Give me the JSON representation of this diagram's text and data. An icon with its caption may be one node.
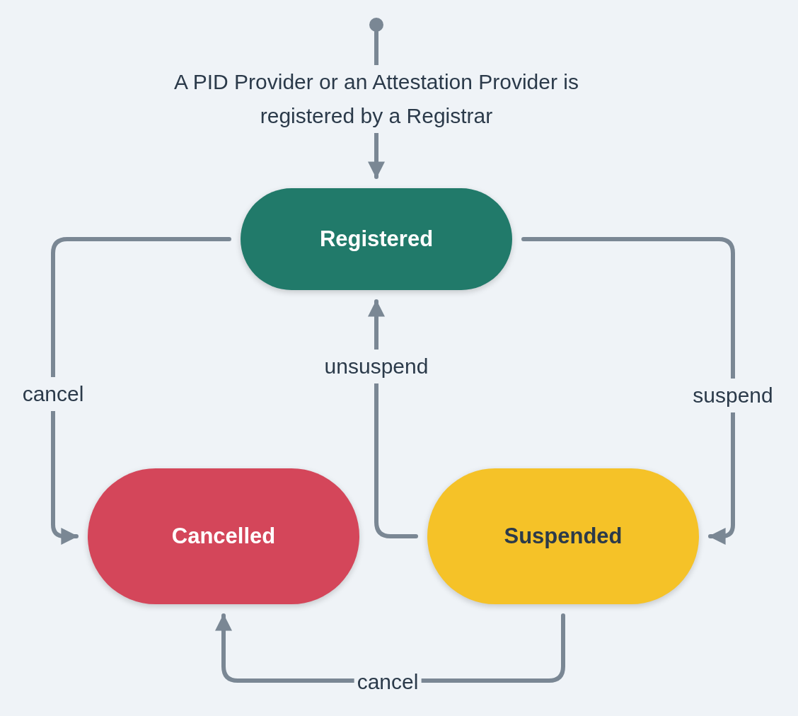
{
  "diagram": {
    "nodes": [
      {
        "text": [],
        "shape": "circle"
      },
      {
        "text": [
          "Registered"
        ]
      },
      {
        "text": [
          "Cancelled"
        ]
      },
      {
        "text": [
          "Suspended"
        ]
      }
    ],
    "edges": [
      {
        "from": 0,
        "to": 1,
        "arrow": "to",
        "label": "A PID Provider or an Attestation Provider is registered by a Registrar"
      },
      {
        "from": 1,
        "to": 2,
        "arrow": "to",
        "label": "cancel"
      },
      {
        "from": 1,
        "to": 3,
        "arrow": "to",
        "label": "suspend"
      },
      {
        "from": 3,
        "to": 1,
        "arrow": "to",
        "label": "unsuspend"
      },
      {
        "from": 3,
        "to": 2,
        "arrow": "to",
        "label": "cancel"
      }
    ]
  }
}
